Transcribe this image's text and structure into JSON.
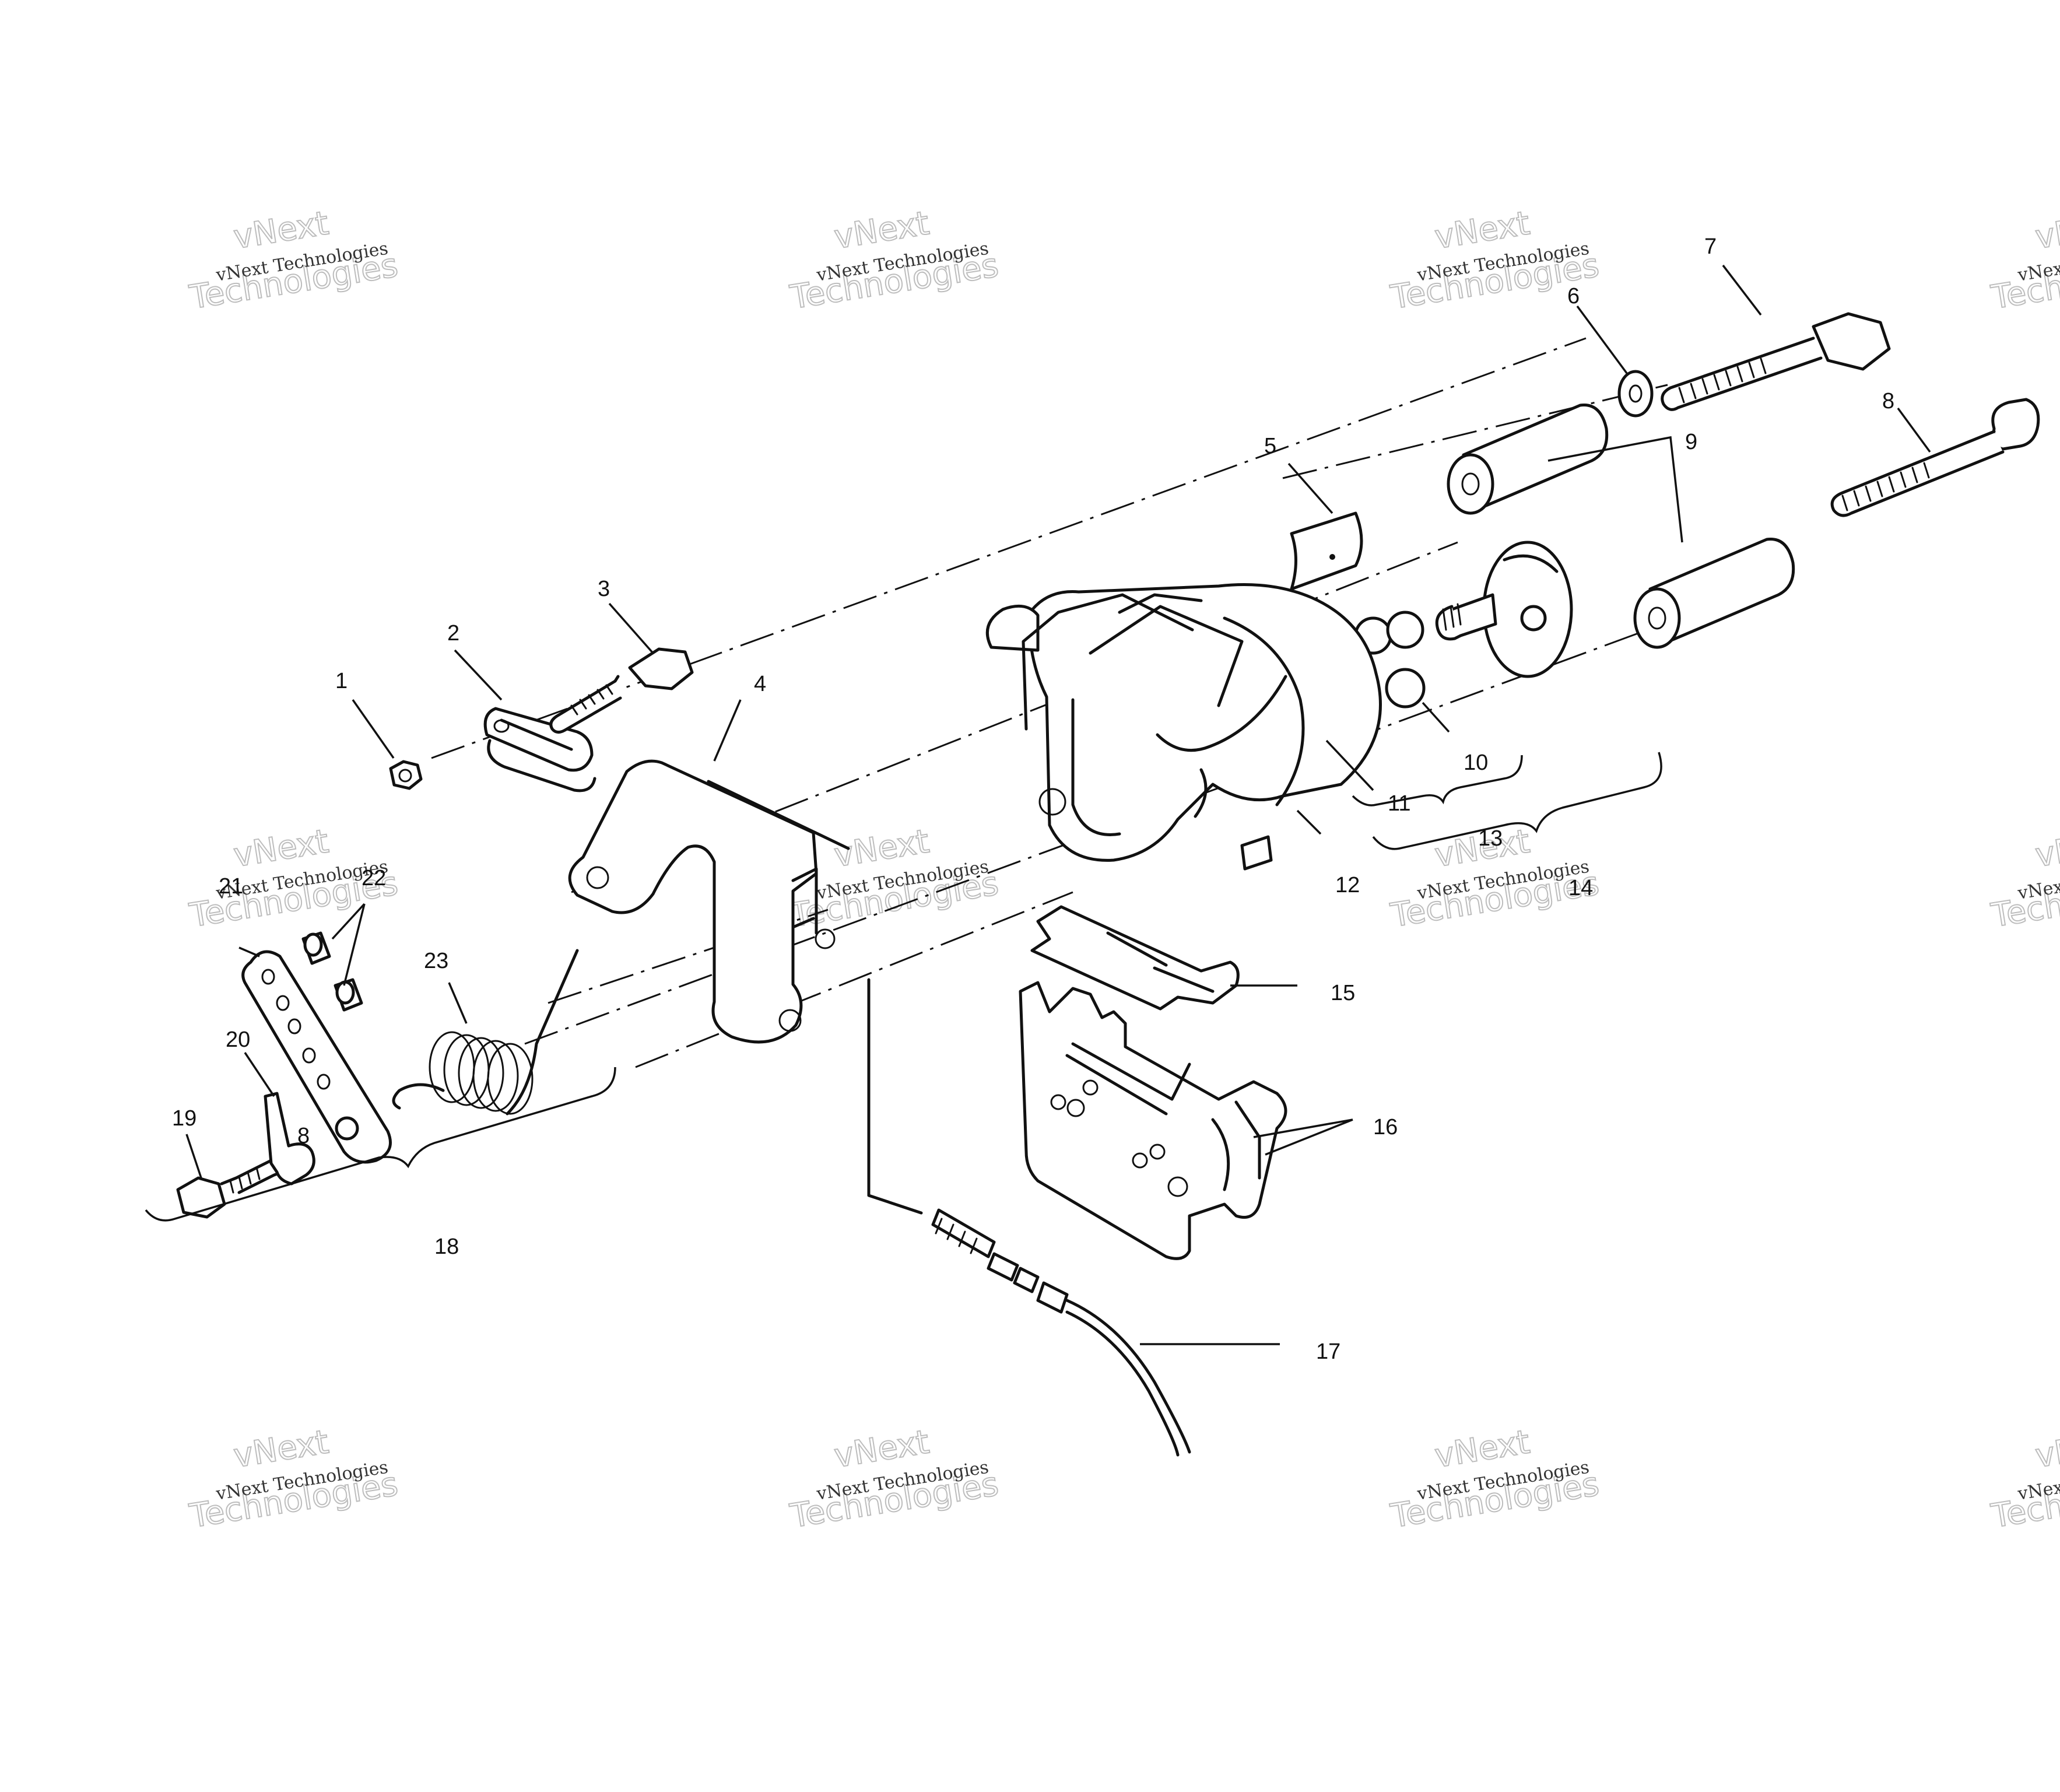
{
  "watermark": {
    "brand_large": "vNext",
    "brand_line": "vNext Technologies",
    "brand_outline": "Technologies"
  },
  "callouts": [
    {
      "id": "1",
      "text": "1"
    },
    {
      "id": "2",
      "text": "2"
    },
    {
      "id": "3",
      "text": "3"
    },
    {
      "id": "4",
      "text": "4"
    },
    {
      "id": "5",
      "text": "5"
    },
    {
      "id": "6",
      "text": "6"
    },
    {
      "id": "7",
      "text": "7"
    },
    {
      "id": "8a",
      "text": "8"
    },
    {
      "id": "8b",
      "text": "8"
    },
    {
      "id": "9",
      "text": "9"
    },
    {
      "id": "10",
      "text": "10"
    },
    {
      "id": "11",
      "text": "11"
    },
    {
      "id": "12",
      "text": "12"
    },
    {
      "id": "13",
      "text": "13"
    },
    {
      "id": "14",
      "text": "14"
    },
    {
      "id": "15",
      "text": "15"
    },
    {
      "id": "16",
      "text": "16"
    },
    {
      "id": "17",
      "text": "17"
    },
    {
      "id": "18",
      "text": "18"
    },
    {
      "id": "19",
      "text": "19"
    },
    {
      "id": "20",
      "text": "20"
    },
    {
      "id": "21",
      "text": "21"
    },
    {
      "id": "22",
      "text": "22"
    },
    {
      "id": "23",
      "text": "23"
    }
  ]
}
